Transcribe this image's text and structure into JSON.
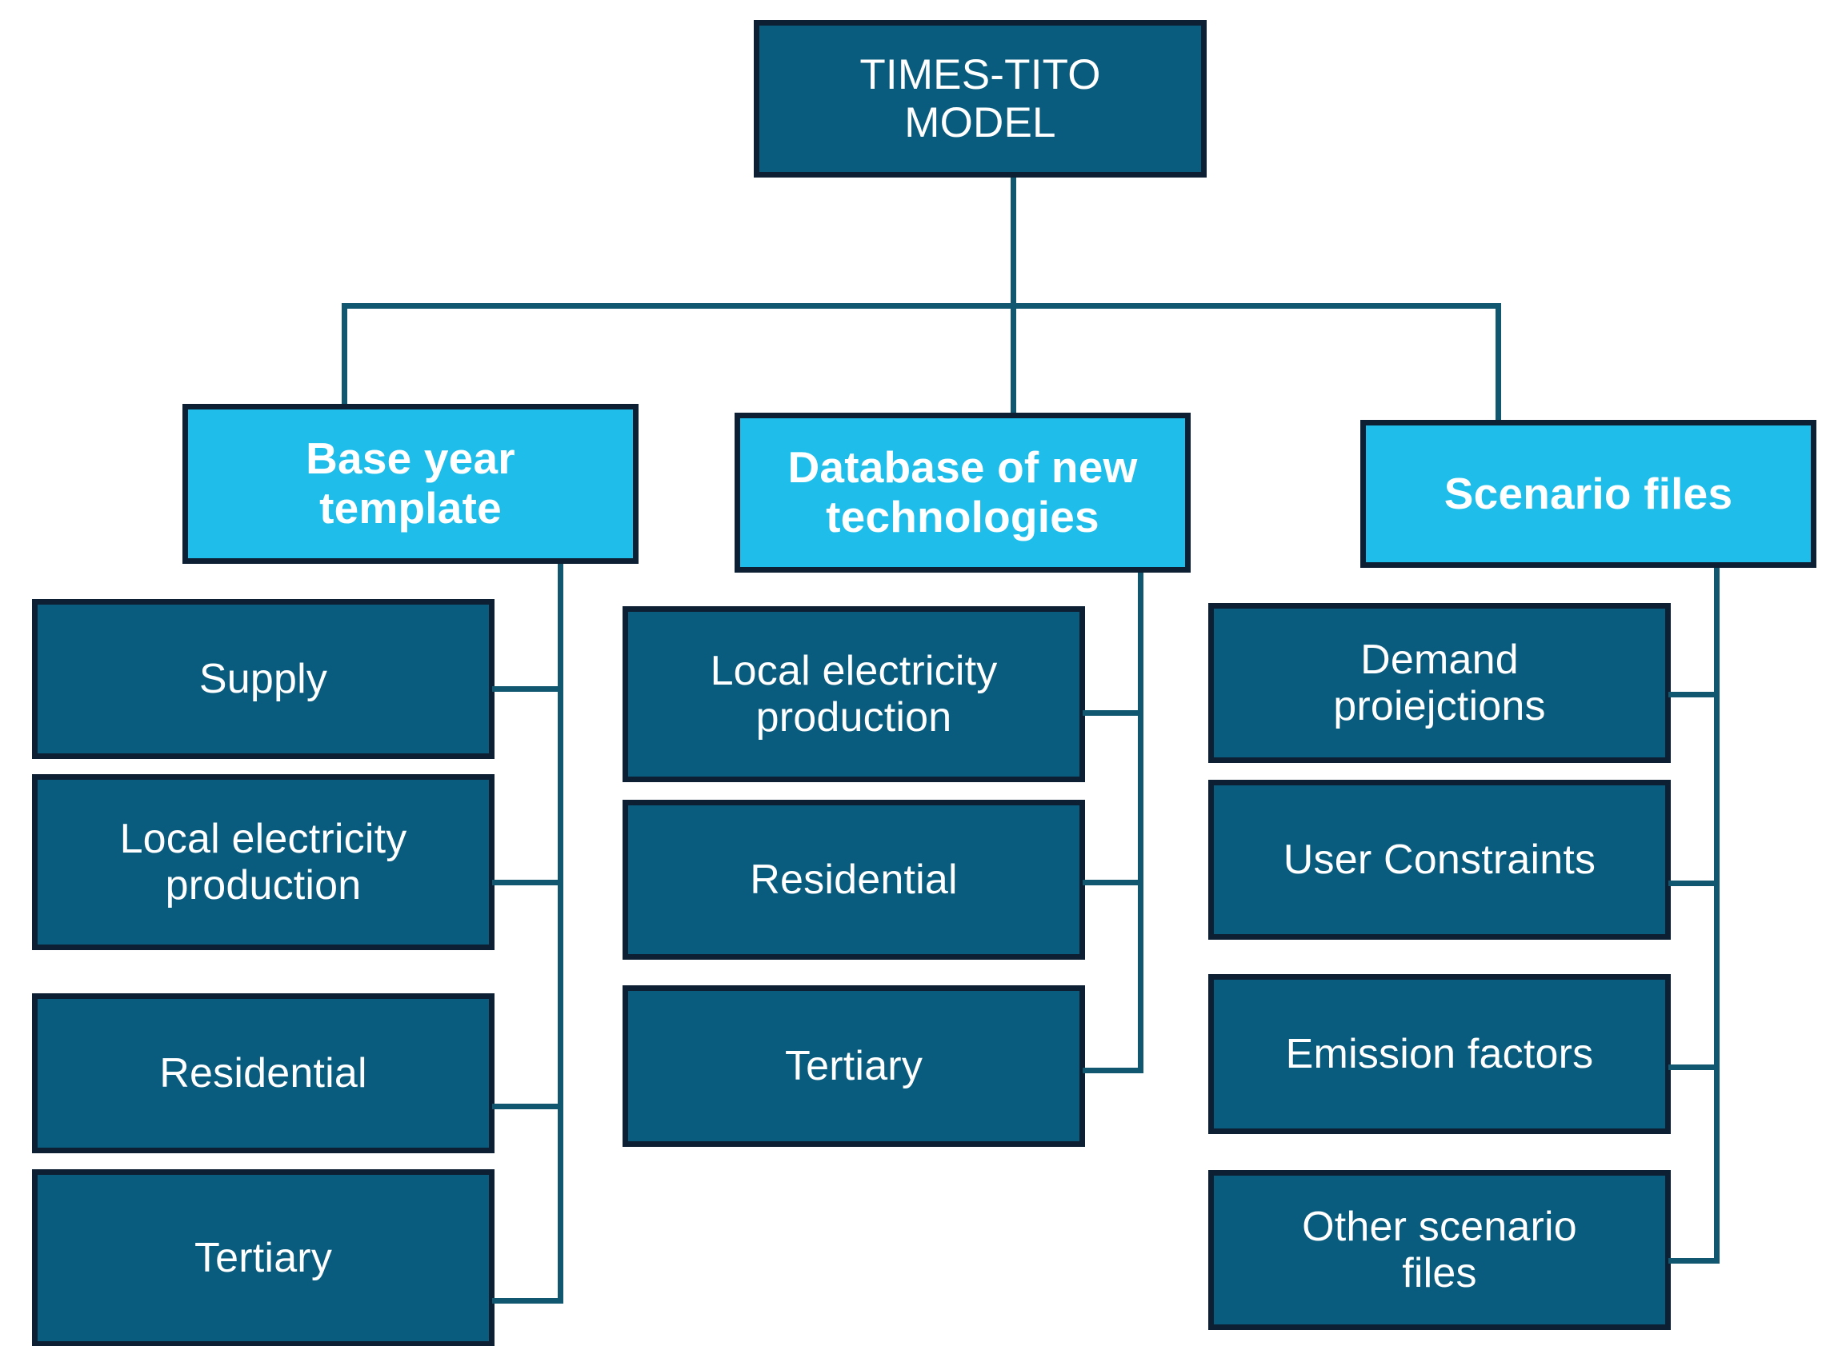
{
  "diagram": {
    "title": "TIMES-TITO MODEL structure",
    "colors": {
      "root_fill": "#0a5c7e",
      "level2_fill": "#1fbde9",
      "leaf_fill": "#0a5c7e",
      "border": "#0d1f33",
      "connector": "#10576f",
      "text": "#ffffff",
      "background": "#ffffff"
    },
    "root": {
      "label": "TIMES-TITO\nMODEL"
    },
    "branches": [
      {
        "label": "Base year\ntemplate",
        "children": [
          {
            "label": "Supply"
          },
          {
            "label": "Local electricity\nproduction"
          },
          {
            "label": "Residential"
          },
          {
            "label": "Tertiary"
          }
        ]
      },
      {
        "label": "Database of new\ntechnologies",
        "children": [
          {
            "label": "Local electricity\nproduction"
          },
          {
            "label": "Residential"
          },
          {
            "label": "Tertiary"
          }
        ]
      },
      {
        "label": "Scenario files",
        "children": [
          {
            "label": "Demand\nproiejctions"
          },
          {
            "label": "User Constraints"
          },
          {
            "label": "Emission factors"
          },
          {
            "label": "Other scenario\nfiles"
          }
        ]
      }
    ]
  }
}
